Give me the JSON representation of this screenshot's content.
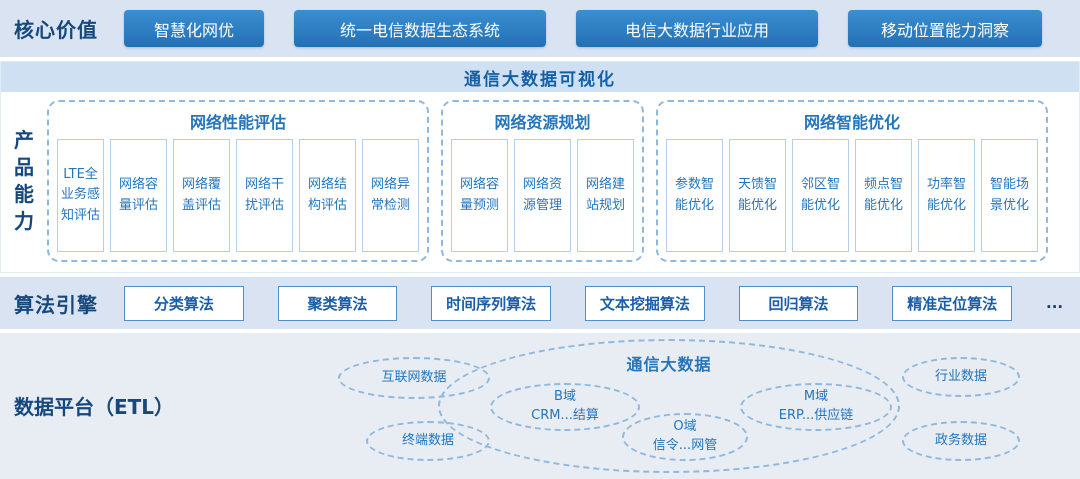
{
  "colors": {
    "button_blue": "#2878be",
    "dark_label_blue": "#16487e",
    "box_text_blue": "#2475bc",
    "section_bg": "#d9e3f1",
    "banner_bg": "#cfe0f2",
    "platform_bg": "#e8ecf3",
    "dashed_border": "#8fb8de"
  },
  "core_value": {
    "label": "核心价值",
    "items": [
      "智慧化网优",
      "统一电信数据生态系统",
      "电信大数据行业应用",
      "移动位置能力洞察"
    ]
  },
  "product": {
    "label": "产品能力",
    "banner": "通信大数据可视化",
    "groups": [
      {
        "title": "网络性能评估",
        "items": [
          "LTE全业务感知评估",
          "网络容量评估",
          "网络覆盖评估",
          "网络干扰评估",
          "网络结构评估",
          "网络异常检测"
        ]
      },
      {
        "title": "网络资源规划",
        "items": [
          "网络容量预测",
          "网络资源管理",
          "网络建站规划"
        ]
      },
      {
        "title": "网络智能优化",
        "items": [
          "参数智能优化",
          "天馈智能优化",
          "邻区智能优化",
          "频点智能优化",
          "功率智能优化",
          "智能场景优化"
        ]
      }
    ]
  },
  "algorithm": {
    "label": "算法引擎",
    "items": [
      "分类算法",
      "聚类算法",
      "时间序列算法",
      "文本挖掘算法",
      "回归算法",
      "精准定位算法"
    ],
    "more": "..."
  },
  "data_platform": {
    "label": "数据平台（ETL）",
    "left_ellipses": [
      "互联网数据",
      "终端数据"
    ],
    "right_ellipses": [
      "行业数据",
      "政务数据"
    ],
    "big_ellipse": {
      "title": "通信大数据",
      "items": [
        "B域\nCRM...结算",
        "O域\n信令...网管",
        "M域\nERP...供应链"
      ]
    }
  }
}
